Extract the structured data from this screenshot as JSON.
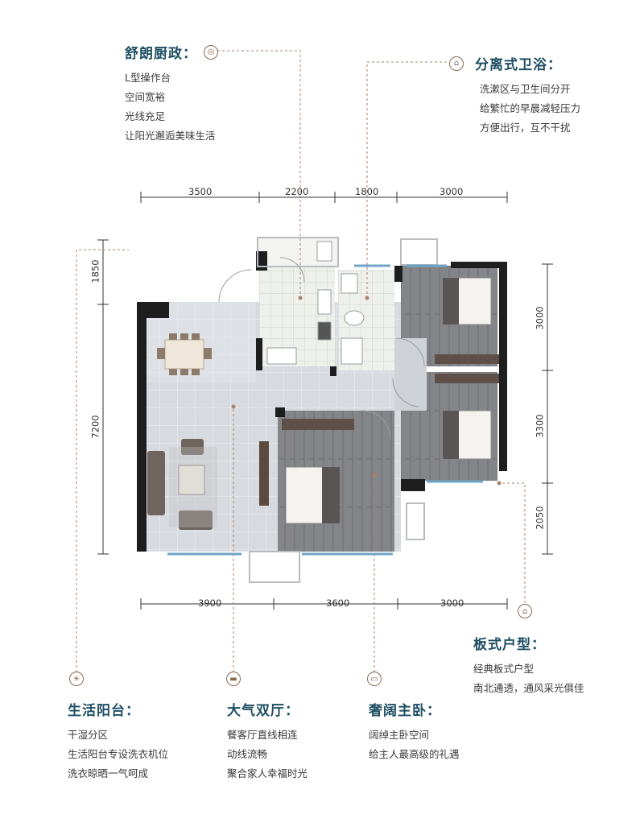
{
  "features": {
    "kitchen": {
      "title": "舒朗厨政：",
      "lines": [
        "L型操作台",
        "空间宽裕",
        "光线充足",
        "让阳光邂逅美味生活"
      ]
    },
    "bathroom": {
      "title": "分离式卫浴：",
      "lines": [
        "洗漱区与卫生间分开",
        "给繁忙的早晨减轻压力",
        "方便出行，互不干扰"
      ]
    },
    "layout": {
      "title": "板式户型：",
      "lines": [
        "经典板式户型",
        "南北通透，通风采光俱佳"
      ]
    },
    "balcony": {
      "title": "生活阳台：",
      "lines": [
        "干湿分区",
        "生活阳台专设洗衣机位",
        "洗衣晾晒一气呵成"
      ]
    },
    "living": {
      "title": "大气双厅：",
      "lines": [
        "餐客厅直线相连",
        "动线流畅",
        "聚合家人幸福时光"
      ]
    },
    "master": {
      "title": "奢阔主卧：",
      "lines": [
        "阔绰主卧空间",
        "给主人最高级的礼遇"
      ]
    }
  },
  "dimensions": {
    "top": [
      "3500",
      "2200",
      "1800",
      "3000"
    ],
    "bottom": [
      "3900",
      "3600",
      "3000"
    ],
    "left": [
      "1850",
      "7200"
    ],
    "right": [
      "3000",
      "3300",
      "2050"
    ]
  },
  "icons": {
    "kitchen": "stove-icon",
    "bathroom": "bathtub-icon",
    "layout": "house-icon",
    "balcony": "sun-icon",
    "living": "sofa-icon",
    "master": "bed-icon"
  },
  "colors": {
    "title": "#1f4e63",
    "leader": "#a8826a",
    "wall": "#1e1e1e",
    "floor_tile": "#d9dde2",
    "wood": "#7d7e80"
  }
}
